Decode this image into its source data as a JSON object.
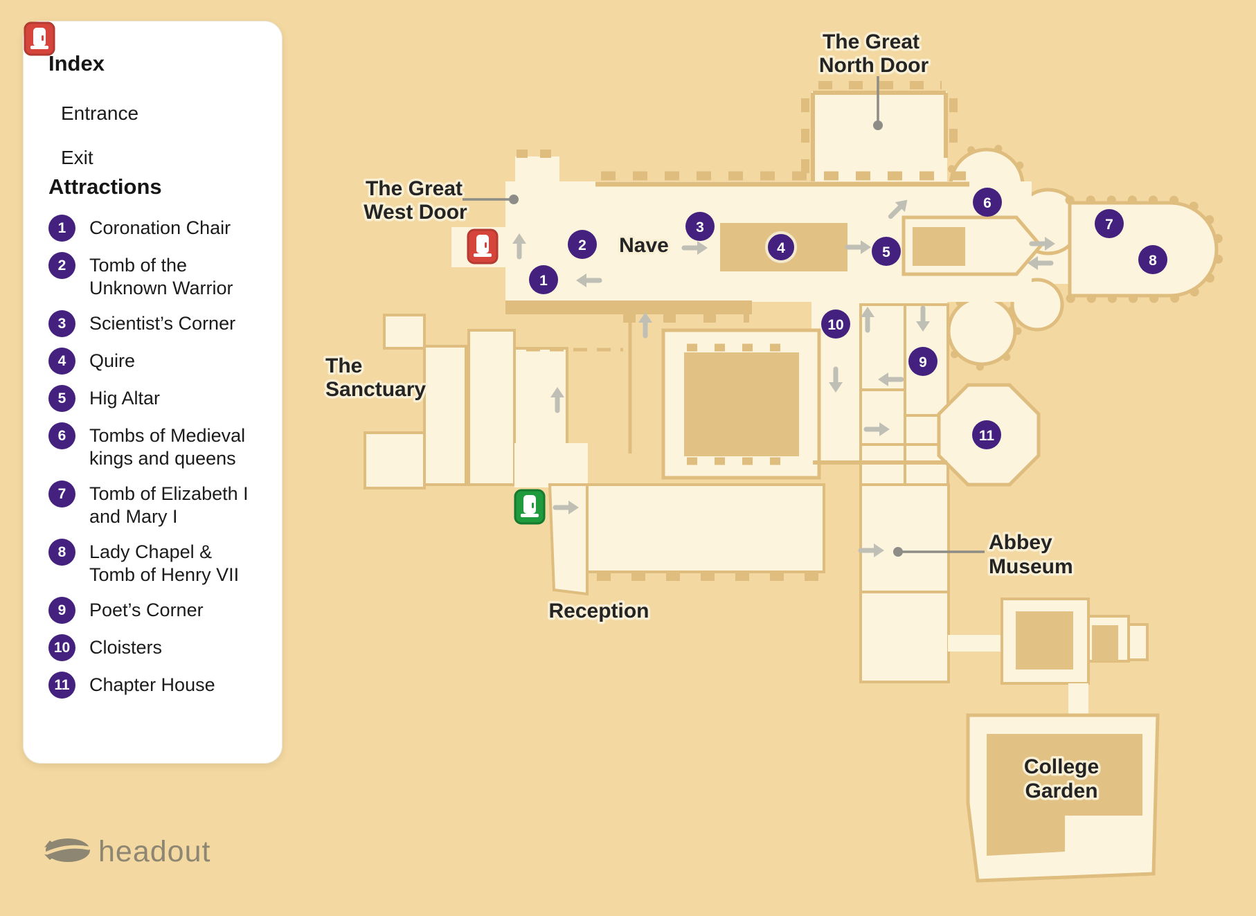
{
  "colors": {
    "background": "#f3d8a1",
    "floor": "#fcf4dc",
    "wall": "#dfbd7f",
    "block": "#e2c185",
    "marker_purple": "#44217f",
    "entrance_green": "#1f9a3d",
    "exit_red": "#d6453c",
    "arrow_gray": "#c0bfb6",
    "leader_gray": "#8d8c86",
    "logo_gray": "#8c8672"
  },
  "index_panel": {
    "title": "Index",
    "legend": [
      {
        "icon": "entrance-door",
        "label": "Entrance"
      },
      {
        "icon": "exit-door",
        "label": "Exit"
      }
    ],
    "attractions_title": "Attractions",
    "attractions": [
      {
        "num": "1",
        "label": "Coronation Chair"
      },
      {
        "num": "2",
        "label": "Tomb of the\nUnknown Warrior"
      },
      {
        "num": "3",
        "label": "Scientist’s Corner"
      },
      {
        "num": "4",
        "label": "Quire"
      },
      {
        "num": "5",
        "label": "Hig Altar"
      },
      {
        "num": "6",
        "label": "Tombs of Medieval\nkings and queens"
      },
      {
        "num": "7",
        "label": "Tomb of Elizabeth I\nand Mary I"
      },
      {
        "num": "8",
        "label": "Lady Chapel &\nTomb of Henry VII"
      },
      {
        "num": "9",
        "label": "Poet’s Corner"
      },
      {
        "num": "10",
        "label": "Cloisters"
      },
      {
        "num": "11",
        "label": "Chapter House"
      }
    ]
  },
  "map": {
    "labels": {
      "north_door": {
        "line1": "The Great",
        "line2": "North Door"
      },
      "west_door": {
        "line1": "The Great",
        "line2": "West Door"
      },
      "nave": "Nave",
      "sanctuary": {
        "line1": "The",
        "line2": "Sanctuary"
      },
      "reception": "Reception",
      "museum": {
        "line1": "Abbey",
        "line2": "Museum"
      },
      "college_garden": {
        "line1": "College",
        "line2": "Garden"
      }
    },
    "markers": [
      {
        "num": "1"
      },
      {
        "num": "2"
      },
      {
        "num": "3"
      },
      {
        "num": "4"
      },
      {
        "num": "5"
      },
      {
        "num": "6"
      },
      {
        "num": "7"
      },
      {
        "num": "8"
      },
      {
        "num": "9"
      },
      {
        "num": "10"
      },
      {
        "num": "11"
      }
    ]
  },
  "footer": {
    "logo_text": "headout"
  }
}
